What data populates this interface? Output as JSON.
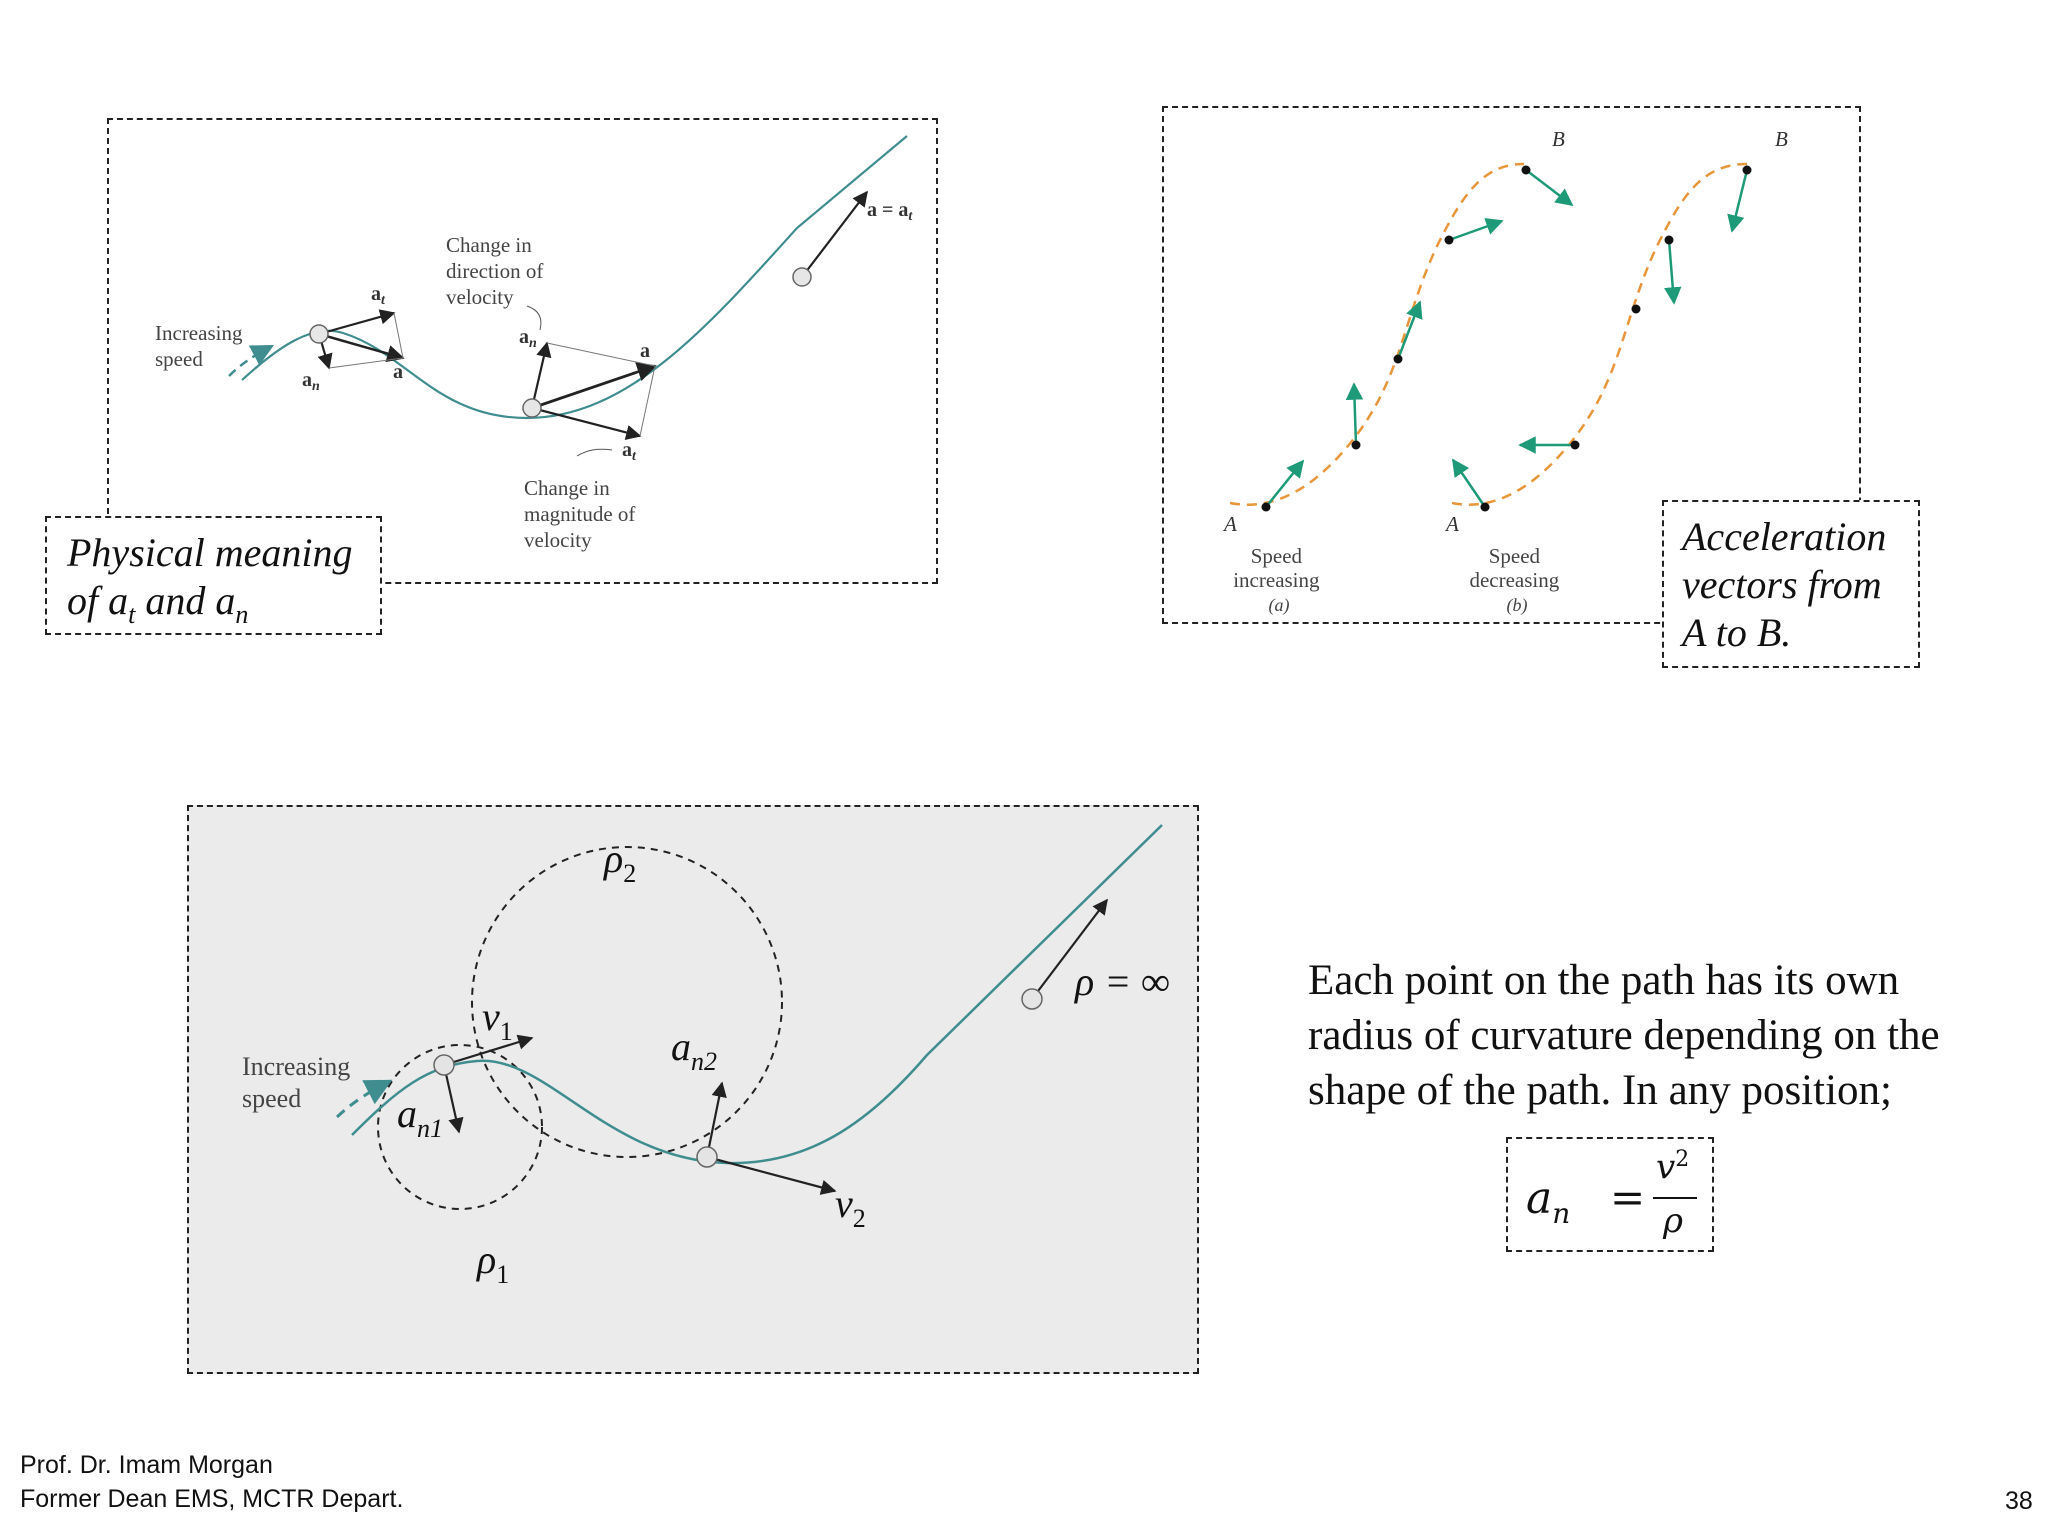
{
  "fig1": {
    "labels": {
      "increasing_speed": [
        "Increasing",
        "speed"
      ],
      "change_direction": [
        "Change in",
        "direction of",
        "velocity"
      ],
      "change_magnitude": [
        "Change in",
        "magnitude of",
        "velocity"
      ],
      "a_eq_at": "a = a",
      "at_sub": "t",
      "a": "a",
      "an_sub": "n"
    },
    "caption": {
      "line1": "Physical meaning",
      "line2_prefix": "of a",
      "sub_t": "t",
      "and": " and a",
      "sub_n": "n"
    }
  },
  "fig2": {
    "labels": {
      "A": "A",
      "B": "B"
    },
    "panel_a": {
      "line1": "Speed",
      "line2": "increasing",
      "tag": "(a)"
    },
    "panel_b": {
      "line1": "Speed",
      "line2": "decreasing",
      "tag": "(b)"
    },
    "caption": {
      "line1": "Acceleration",
      "line2": "vectors from",
      "line3": "A to B."
    }
  },
  "fig3": {
    "labels": {
      "increasing_speed": [
        "Increasing",
        "speed"
      ],
      "rho": "ρ",
      "rho1_sub": "1",
      "rho2_sub": "2",
      "rho_inf": "ρ = ∞",
      "v": "v",
      "v1_sub": "1",
      "v2_sub": "2",
      "a": "a",
      "an1_sub": "n1",
      "an2_sub": "n2"
    }
  },
  "text": {
    "paragraph": [
      "Each point on the path has its own",
      "radius of curvature depending on the",
      "shape of the path. In any position;"
    ],
    "formula": {
      "lhs": "a",
      "lhs_sub": "n",
      "eq": "=",
      "num": "v",
      "num_sup": "2",
      "den": "ρ"
    }
  },
  "footer": {
    "line1": "Prof. Dr. Imam Morgan",
    "line2": "Former Dean EMS, MCTR Depart."
  },
  "page_number": "38",
  "colors": {
    "path": "#3f8d8f",
    "orange": "#e8963a",
    "green": "#1e9a78",
    "panel_bg": "#ebebeb"
  }
}
